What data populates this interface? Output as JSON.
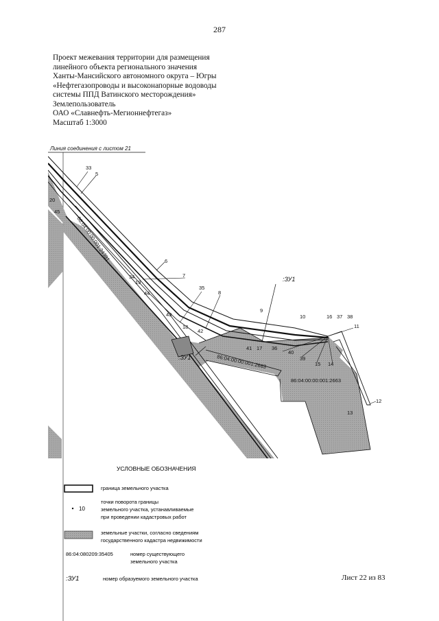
{
  "page_number": "287",
  "header": {
    "lines": [
      "Проект межевания территории для размещения",
      "линейного объекта регионального значения",
      "Ханты-Мансийского автономного округа – Югры",
      "«Нефтегазопроводы и высоконапорные водоводы",
      "системы ППД Ватинского месторождения»",
      "Землепользователь",
      "ОАО «Славнефть-Мегионнефтегаз»",
      "Масштаб 1:3000"
    ]
  },
  "map": {
    "connection_label": "Линия соединения с листом 21",
    "parcel_ids": [
      "86:04:00:00:001:24391",
      "86:04:00:00:001:2663",
      "86:04:00:00:001:2663"
    ],
    "zone_label": ":ЗУ1",
    "points": [
      {
        "id": "p33",
        "label": "33"
      },
      {
        "id": "p5",
        "label": "5"
      },
      {
        "id": "p20",
        "label": "20"
      },
      {
        "id": "p45",
        "label": "45"
      },
      {
        "id": "p6",
        "label": "6"
      },
      {
        "id": "p34",
        "label": "34"
      },
      {
        "id": "p19",
        "label": "19"
      },
      {
        "id": "p44",
        "label": "44"
      },
      {
        "id": "p7",
        "label": "7"
      },
      {
        "id": "p35",
        "label": "35"
      },
      {
        "id": "p8",
        "label": "8"
      },
      {
        "id": "p43",
        "label": "43"
      },
      {
        "id": "p18",
        "label": "18"
      },
      {
        "id": "p42",
        "label": "42"
      },
      {
        "id": "p9",
        "label": "9"
      },
      {
        "id": "p41",
        "label": "41"
      },
      {
        "id": "p17",
        "label": "17"
      },
      {
        "id": "p36",
        "label": "36"
      },
      {
        "id": "p10",
        "label": "10"
      },
      {
        "id": "p16",
        "label": "16"
      },
      {
        "id": "p37",
        "label": "37"
      },
      {
        "id": "p38",
        "label": "38"
      },
      {
        "id": "p11",
        "label": "11"
      },
      {
        "id": "p40",
        "label": "40"
      },
      {
        "id": "p39",
        "label": "39"
      },
      {
        "id": "p15",
        "label": "15"
      },
      {
        "id": "p14",
        "label": "14"
      },
      {
        "id": "p12",
        "label": "12"
      },
      {
        "id": "p13",
        "label": "13"
      }
    ]
  },
  "legend": {
    "title": "УСЛОВНЫЕ ОБОЗНАЧЕНИЯ",
    "boundary_text": "граница земельного участка",
    "point_sample": "10",
    "point_text": [
      "точки поворота границы",
      "земельного участка, устанавливаемые",
      "при проведении кадастровых работ"
    ],
    "parcels_text": [
      "земельные участки, согласно сведениям",
      "государственного кадастра недвижимости"
    ],
    "number_sample": "86:04:080209:35405",
    "number_text": [
      "номер существующего",
      "земельного участка"
    ],
    "zu_sample": ":ЗУ1",
    "zu_text": "номер образуемого земельного участка"
  },
  "sheet_label": "Лист 22 из 83",
  "colors": {
    "parcel_fill": "#a8a8a8",
    "ink": "#111111"
  }
}
